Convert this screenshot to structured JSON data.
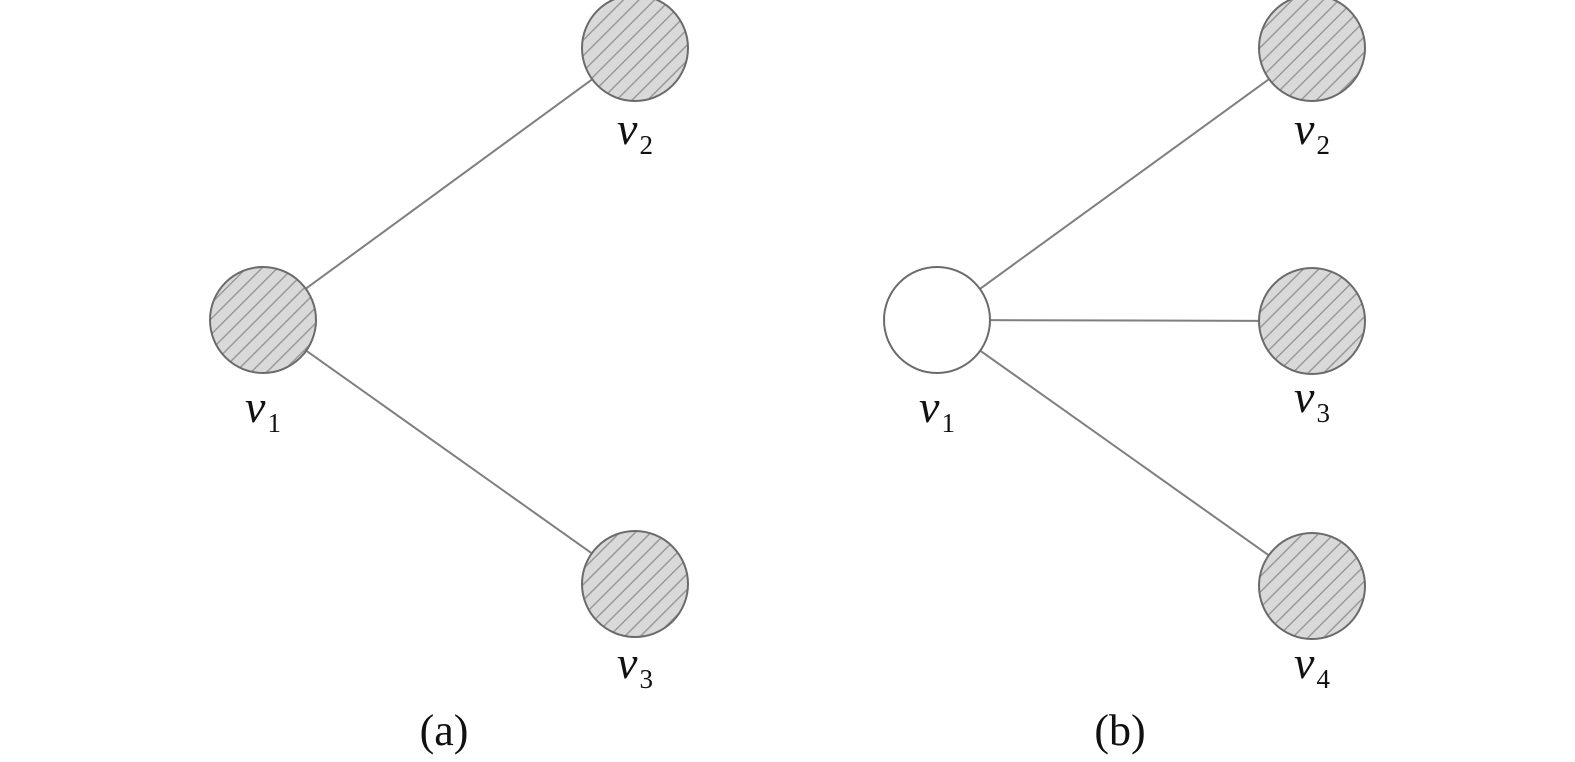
{
  "colors": {
    "node_stroke": "#6b6b6b",
    "hatch_fill": "#d9d9d9",
    "hatch_line": "#9a9a9a",
    "empty_fill": "#ffffff",
    "edge": "#7f7f7f"
  },
  "panels": [
    {
      "id": "a",
      "caption": "(a)",
      "nodes": [
        {
          "id": "v1",
          "letter": "v",
          "sub": "1",
          "style": "hatched"
        },
        {
          "id": "v2",
          "letter": "v",
          "sub": "2",
          "style": "hatched"
        },
        {
          "id": "v3",
          "letter": "v",
          "sub": "3",
          "style": "hatched"
        }
      ],
      "edges": [
        {
          "from": "v1",
          "to": "v2"
        },
        {
          "from": "v1",
          "to": "v3"
        }
      ]
    },
    {
      "id": "b",
      "caption": "(b)",
      "nodes": [
        {
          "id": "v1",
          "letter": "v",
          "sub": "1",
          "style": "empty"
        },
        {
          "id": "v2",
          "letter": "v",
          "sub": "2",
          "style": "hatched"
        },
        {
          "id": "v3",
          "letter": "v",
          "sub": "3",
          "style": "hatched"
        },
        {
          "id": "v4",
          "letter": "v",
          "sub": "4",
          "style": "hatched"
        }
      ],
      "edges": [
        {
          "from": "v1",
          "to": "v2"
        },
        {
          "from": "v1",
          "to": "v3"
        },
        {
          "from": "v1",
          "to": "v4"
        }
      ]
    }
  ]
}
